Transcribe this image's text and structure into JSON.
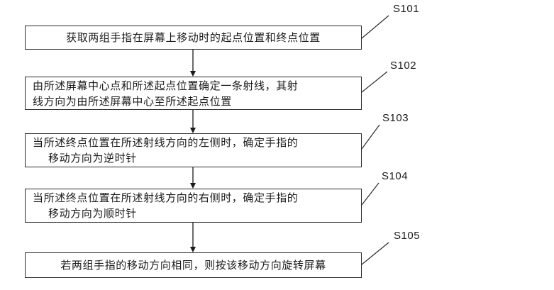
{
  "steps": [
    {
      "id": "S101",
      "text": "获取两组手指在屏幕上移动时的起点位置和终点位置"
    },
    {
      "id": "S102",
      "lines": [
        "由所述屏幕中心点和所述起点位置确定一条射线，其射",
        "线方向为由所述屏幕中心至所述起点位置"
      ]
    },
    {
      "id": "S103",
      "lines": [
        "当所述终点位置在所述射线方向的左侧时，确定手指的",
        "移动方向为逆时针"
      ]
    },
    {
      "id": "S104",
      "lines": [
        "当所述终点位置在所述射线方向的右侧时，确定手指的",
        "移动方向为顺时针"
      ]
    },
    {
      "id": "S105",
      "text": "若两组手指的移动方向相同，则按该移动方向旋转屏幕"
    }
  ]
}
